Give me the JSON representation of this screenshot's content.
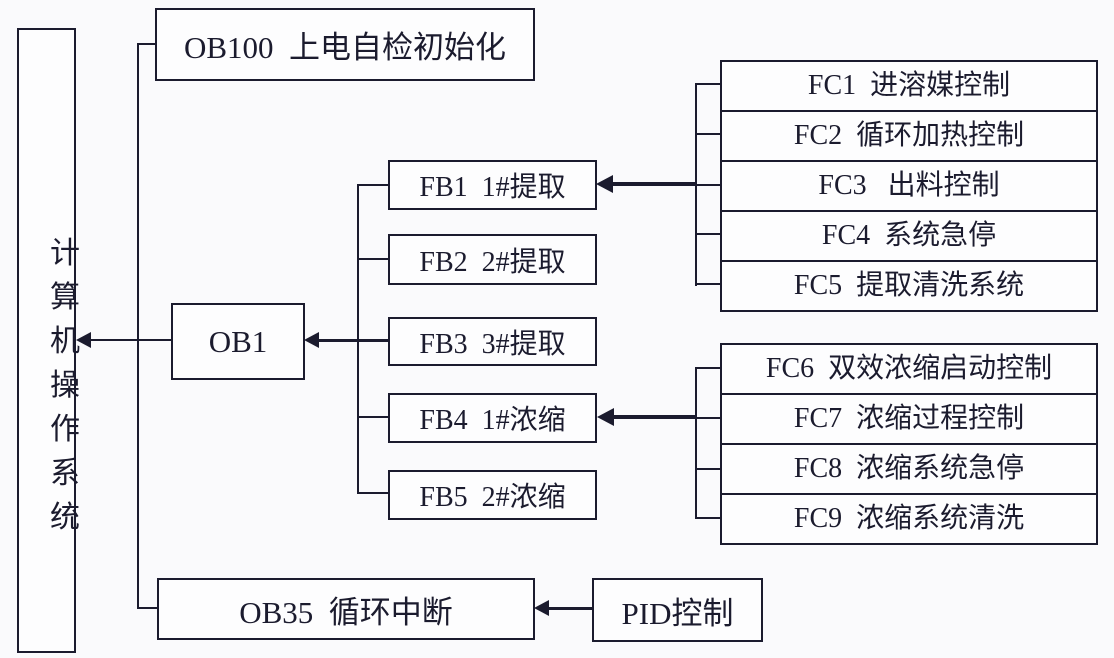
{
  "diagram": {
    "root": {
      "label": "计算机操作系统"
    },
    "ob100": {
      "label": "OB100  上电自检初始化"
    },
    "ob1": {
      "label": "OB1"
    },
    "ob35": {
      "label": "OB35  循环中断"
    },
    "pid": {
      "label": "PID控制"
    },
    "fb_blocks": [
      {
        "id": "FB1",
        "label": "FB1  1#提取"
      },
      {
        "id": "FB2",
        "label": "FB2  2#提取"
      },
      {
        "id": "FB3",
        "label": "FB3  3#提取"
      },
      {
        "id": "FB4",
        "label": "FB4  1#浓缩"
      },
      {
        "id": "FB5",
        "label": "FB5  2#浓缩"
      }
    ],
    "fc_group1": [
      {
        "id": "FC1",
        "label": "FC1  进溶媒控制"
      },
      {
        "id": "FC2",
        "label": "FC2  循环加热控制"
      },
      {
        "id": "FC3",
        "label": "FC3   出料控制"
      },
      {
        "id": "FC4",
        "label": "FC4  系统急停"
      },
      {
        "id": "FC5",
        "label": "FC5  提取清洗系统"
      }
    ],
    "fc_group2": [
      {
        "id": "FC6",
        "label": "FC6  双效浓缩启动控制"
      },
      {
        "id": "FC7",
        "label": "FC7  浓缩过程控制"
      },
      {
        "id": "FC8",
        "label": "FC8  浓缩系统急停"
      },
      {
        "id": "FC9",
        "label": "FC9  浓缩系统清洗"
      }
    ],
    "colors": {
      "line": "#1b1b2e",
      "background": "#fafafc",
      "box_fill": "#fdfdfe"
    }
  }
}
